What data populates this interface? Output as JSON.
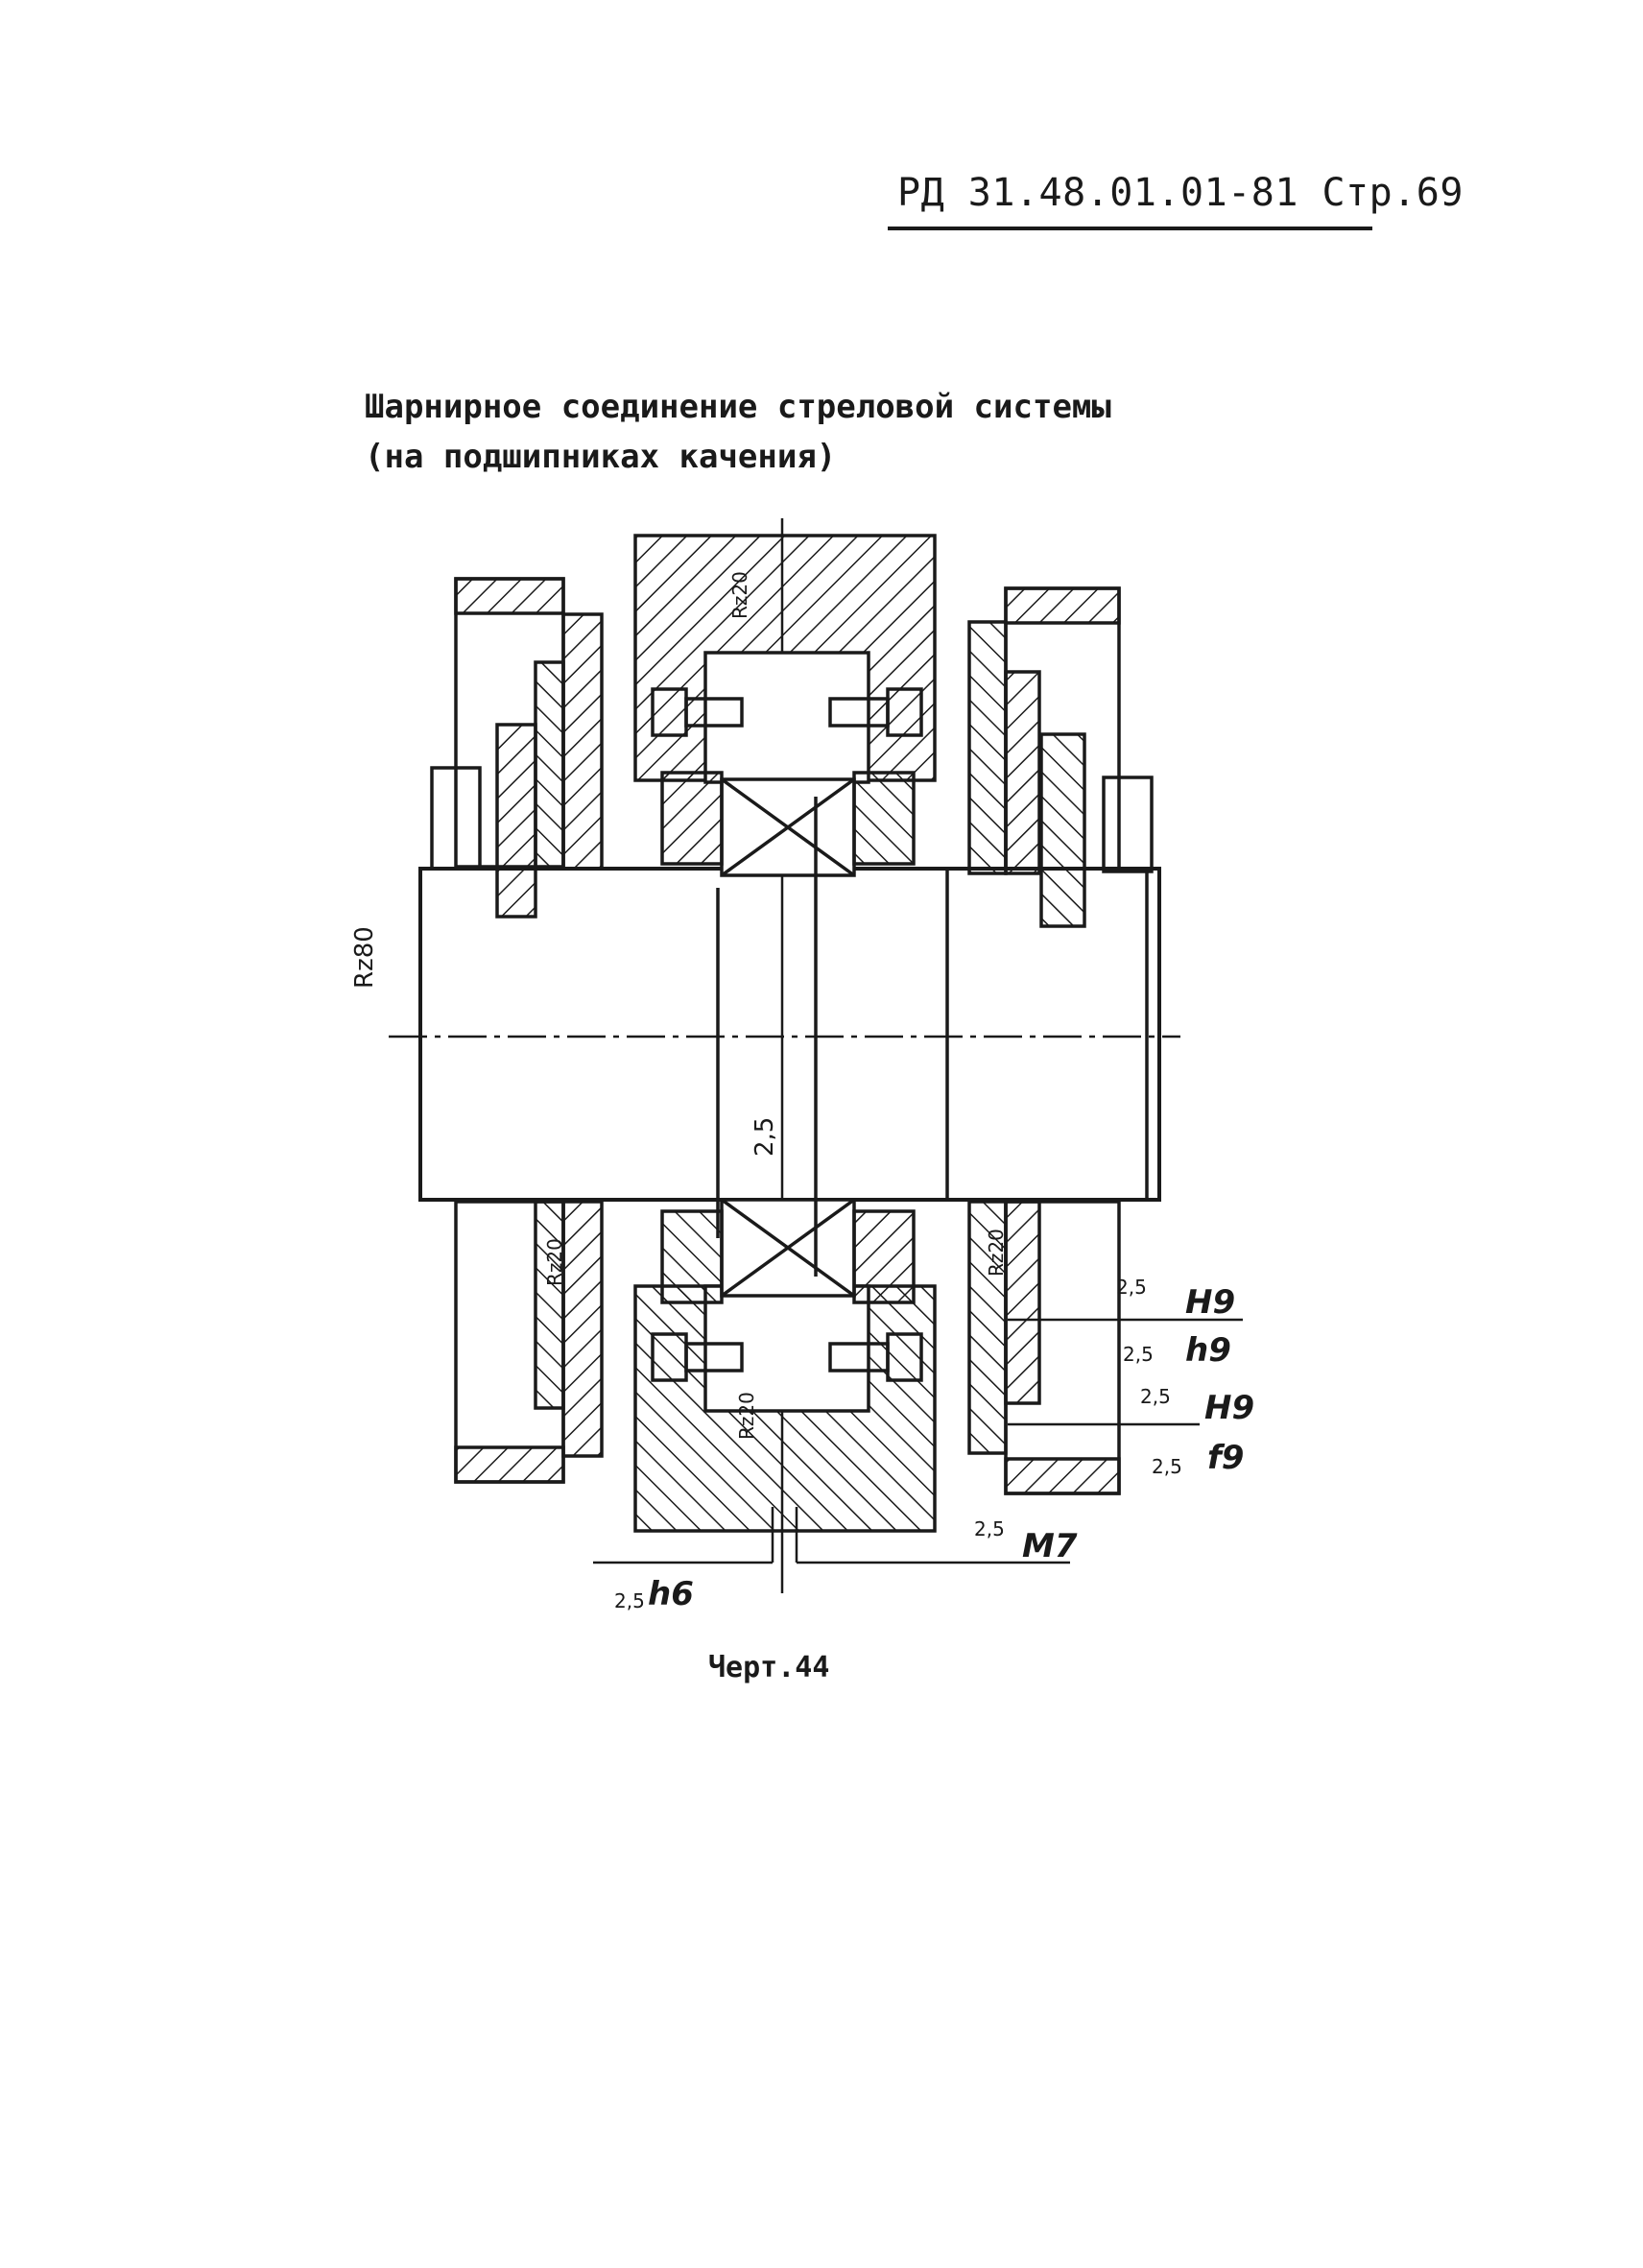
{
  "header": {
    "doc_ref": "РД 31.48.01.01-81 Стр.69"
  },
  "title": {
    "line1": "Шарнирное соединение стреловой системы",
    "line2": "(на подшипниках качения)"
  },
  "drawing": {
    "roughness_shaft": "Rz80",
    "roughness_rz20": "Rz20",
    "roughness_center": "2,5",
    "fit_h9_h9": {
      "roughness_top": "2,5",
      "roughness_bottom": "2,5",
      "top": "H9",
      "bottom": "h9"
    },
    "fit_h9_f9": {
      "roughness_top": "2,5",
      "roughness_bottom": "2,5",
      "top": "H9",
      "bottom": "f9"
    },
    "fit_m7": {
      "roughness": "2,5",
      "label": "M7"
    },
    "fit_h6": {
      "roughness": "2,5",
      "label": "h6"
    }
  },
  "caption": "Черт.44"
}
